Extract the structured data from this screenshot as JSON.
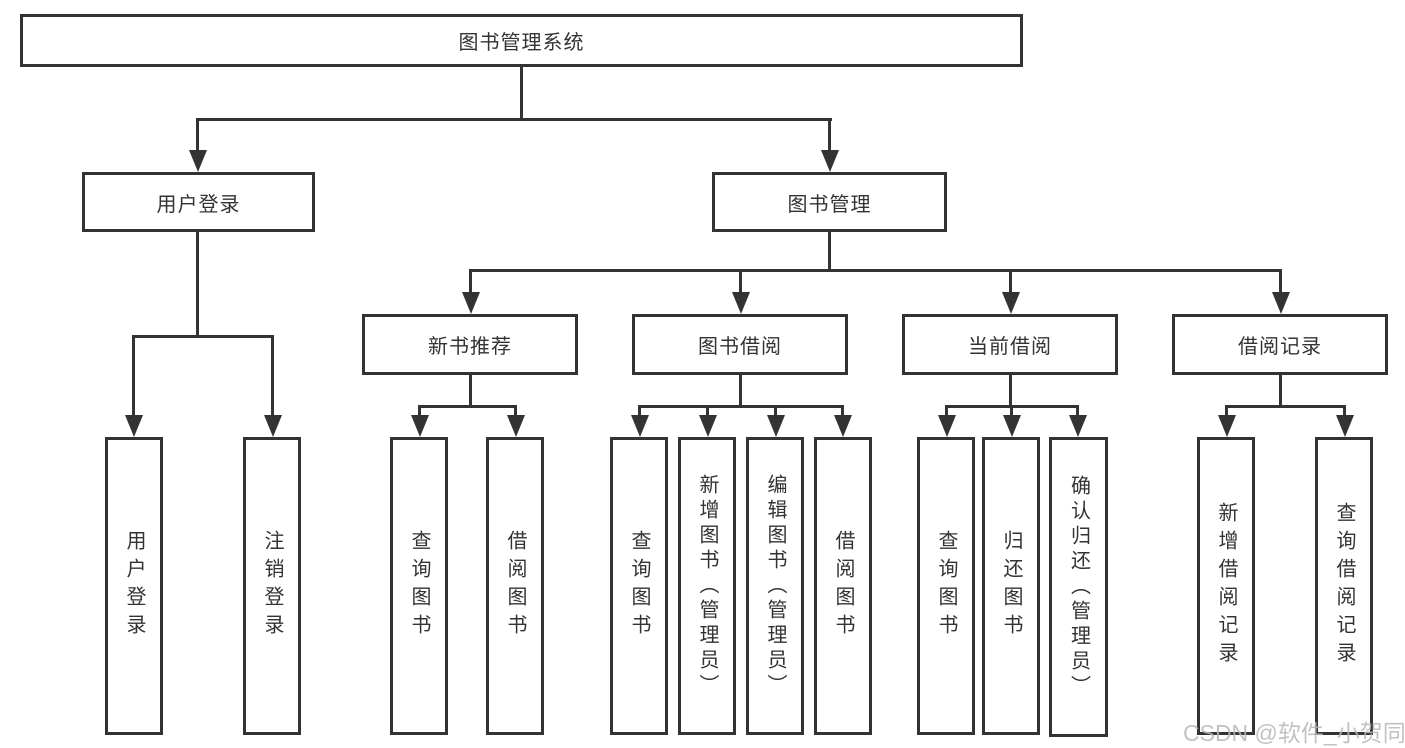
{
  "diagram": {
    "title_node": "图书管理系统",
    "nodes": {
      "root": {
        "label": "图书管理系统"
      },
      "user_login": {
        "label": "用户登录"
      },
      "book_mgmt": {
        "label": "图书管理"
      },
      "new_book_rec": {
        "label": "新书推荐"
      },
      "book_borrow": {
        "label": "图书借阅"
      },
      "current_borrow": {
        "label": "当前借阅"
      },
      "borrow_record": {
        "label": "借阅记录"
      },
      "leaf_user_login": {
        "label": "用户登录"
      },
      "leaf_logout": {
        "label": "注销登录"
      },
      "leaf_query_book_rec": {
        "label": "查询图书"
      },
      "leaf_borrow_book_rec": {
        "label": "借阅图书"
      },
      "leaf_query_book_borrow": {
        "label": "查询图书"
      },
      "leaf_add_book": {
        "label": "新增图书（管理员）"
      },
      "leaf_edit_book": {
        "label": "编辑图书（管理员）"
      },
      "leaf_borrow_book": {
        "label": "借阅图书"
      },
      "leaf_query_book_cur": {
        "label": "查询图书"
      },
      "leaf_return_book": {
        "label": "归还图书"
      },
      "leaf_confirm_return": {
        "label": "确认归还（管理员）"
      },
      "leaf_add_record": {
        "label": "新增借阅记录"
      },
      "leaf_query_record": {
        "label": "查询借阅记录"
      }
    },
    "edges": [
      {
        "from": "图书管理系统",
        "to": [
          "用户登录",
          "图书管理"
        ]
      },
      {
        "from": "用户登录",
        "to": [
          "用户登录",
          "注销登录"
        ]
      },
      {
        "from": "图书管理",
        "to": [
          "新书推荐",
          "图书借阅",
          "当前借阅",
          "借阅记录"
        ]
      },
      {
        "from": "新书推荐",
        "to": [
          "查询图书",
          "借阅图书"
        ]
      },
      {
        "from": "图书借阅",
        "to": [
          "查询图书",
          "新增图书（管理员）",
          "编辑图书（管理员）",
          "借阅图书"
        ]
      },
      {
        "from": "当前借阅",
        "to": [
          "查询图书",
          "归还图书",
          "确认归还（管理员）"
        ]
      },
      {
        "from": "借阅记录",
        "to": [
          "新增借阅记录",
          "查询借阅记录"
        ]
      }
    ],
    "colors": {
      "line": "#333333",
      "text": "#333333",
      "background": "#ffffff",
      "watermark": "#b8b8b8"
    }
  },
  "watermark": {
    "text": "CSDN @软件_小贺同学"
  }
}
